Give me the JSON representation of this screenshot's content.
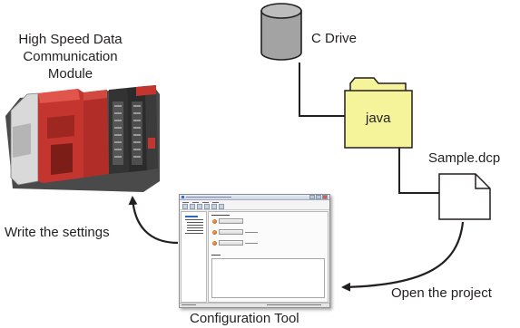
{
  "diagram": {
    "module_label": {
      "line1": "High Speed Data",
      "line2": "Communication",
      "line3": "Module"
    },
    "drive_label": "C Drive",
    "folder_label": "java",
    "file_label": "Sample.dcp",
    "write_label": "Write the settings",
    "open_label": "Open the project",
    "tool_label": "Configuration Tool"
  },
  "colors": {
    "drive_fill": "#a3a3a3",
    "folder_fill": "#f6f49a",
    "module_red": "#c3352e",
    "module_dark": "#3b3b3b",
    "line": "#231f20"
  },
  "icons": [
    "cylinder-drive-icon",
    "folder-icon",
    "document-icon",
    "plc-module-image",
    "configuration-tool-screenshot"
  ]
}
